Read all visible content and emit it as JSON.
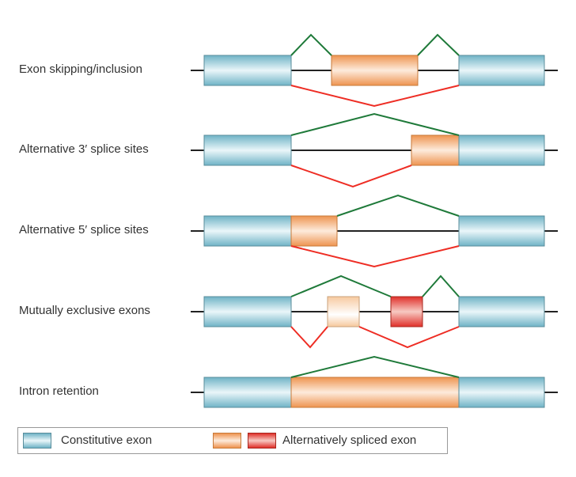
{
  "title": "Types of alternative splicing",
  "colors": {
    "constitutive_exon": "#8ac6d6",
    "alt_exon_orange": "#f0a15c",
    "alt_exon_red": "#e23b2c",
    "alt_exon_pale": "#f9d7b4",
    "inclusion_path": "#1f7a3a",
    "skipping_path": "#ee2d24",
    "intron": "#222222"
  },
  "rows": [
    {
      "label": "Exon skipping/inclusion"
    },
    {
      "label": "Alternative 3′ splice sites"
    },
    {
      "label": "Alternative 5′ splice sites"
    },
    {
      "label": "Mutually exclusive exons"
    },
    {
      "label": "Intron retention"
    }
  ],
  "legend": {
    "constitutive_label": "Constitutive exon",
    "alternative_label": "Alternatively spliced exon"
  }
}
